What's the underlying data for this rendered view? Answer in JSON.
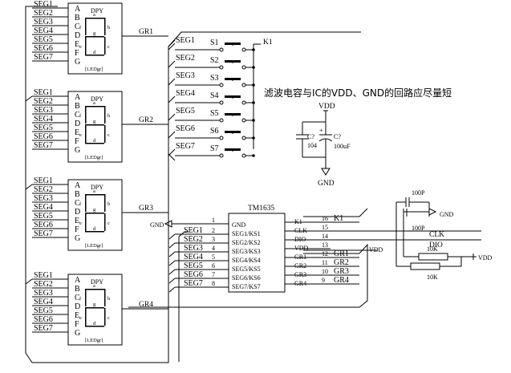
{
  "note": "滤波电容与IC的VDD、GND的回路应尽量短",
  "seg_labels": [
    "SEG1",
    "SEG2",
    "SEG3",
    "SEG4",
    "SEG5",
    "SEG6",
    "SEG7"
  ],
  "pin_letters": [
    "A",
    "B",
    "C",
    "D",
    "E",
    "F",
    "G"
  ],
  "display": {
    "dpy": "DPY",
    "seg_a": "a",
    "seg_b": "b",
    "seg_c": "c",
    "seg_d": "d",
    "seg_e": "e",
    "seg_f": "f",
    "seg_g": "g",
    "part": "[LEDgr]"
  },
  "grids": [
    "GR1",
    "GR2",
    "GR3",
    "GR4"
  ],
  "keys": {
    "switches": [
      "S1",
      "S2",
      "S3",
      "S4",
      "S5",
      "S6",
      "S7"
    ],
    "k1": "K1"
  },
  "ic": {
    "name": "TM1635",
    "left_pins": [
      {
        "num": "1",
        "name": "GND",
        "net": "GND"
      },
      {
        "num": "2",
        "name": "SEG1/KS1",
        "net": "SEG1"
      },
      {
        "num": "3",
        "name": "SEG2/KS2",
        "net": "SEG2"
      },
      {
        "num": "4",
        "name": "SEG3/KS3",
        "net": "SEG3"
      },
      {
        "num": "5",
        "name": "SEG4/KS4",
        "net": "SEG4"
      },
      {
        "num": "6",
        "name": "SEG5/KS5",
        "net": "SEG5"
      },
      {
        "num": "7",
        "name": "SEG6/KS6",
        "net": "SEG6"
      },
      {
        "num": "8",
        "name": "SEG7/KS7",
        "net": "SEG7"
      }
    ],
    "right_pins": [
      {
        "num": "16",
        "name": "K1",
        "net": "K1"
      },
      {
        "num": "15",
        "name": "CLK",
        "net": ""
      },
      {
        "num": "14",
        "name": "DIO",
        "net": ""
      },
      {
        "num": "13",
        "name": "VDD",
        "net": ""
      },
      {
        "num": "12",
        "name": "GR1",
        "net": "GR1"
      },
      {
        "num": "11",
        "name": "GR2",
        "net": "GR2"
      },
      {
        "num": "10",
        "name": "GR3",
        "net": "GR3"
      },
      {
        "num": "9",
        "name": "GR4",
        "net": "GR4"
      }
    ]
  },
  "power": {
    "vdd": "VDD",
    "gnd": "GND",
    "c1_ref": "C?",
    "c1_val": "104",
    "c2_ref": "C?",
    "c2_val": "100uF",
    "c3_val": "100P",
    "c4_val": "100P",
    "r1_val": "10K",
    "r2_val": "10K",
    "clk": "CLK",
    "dio": "DIO"
  }
}
